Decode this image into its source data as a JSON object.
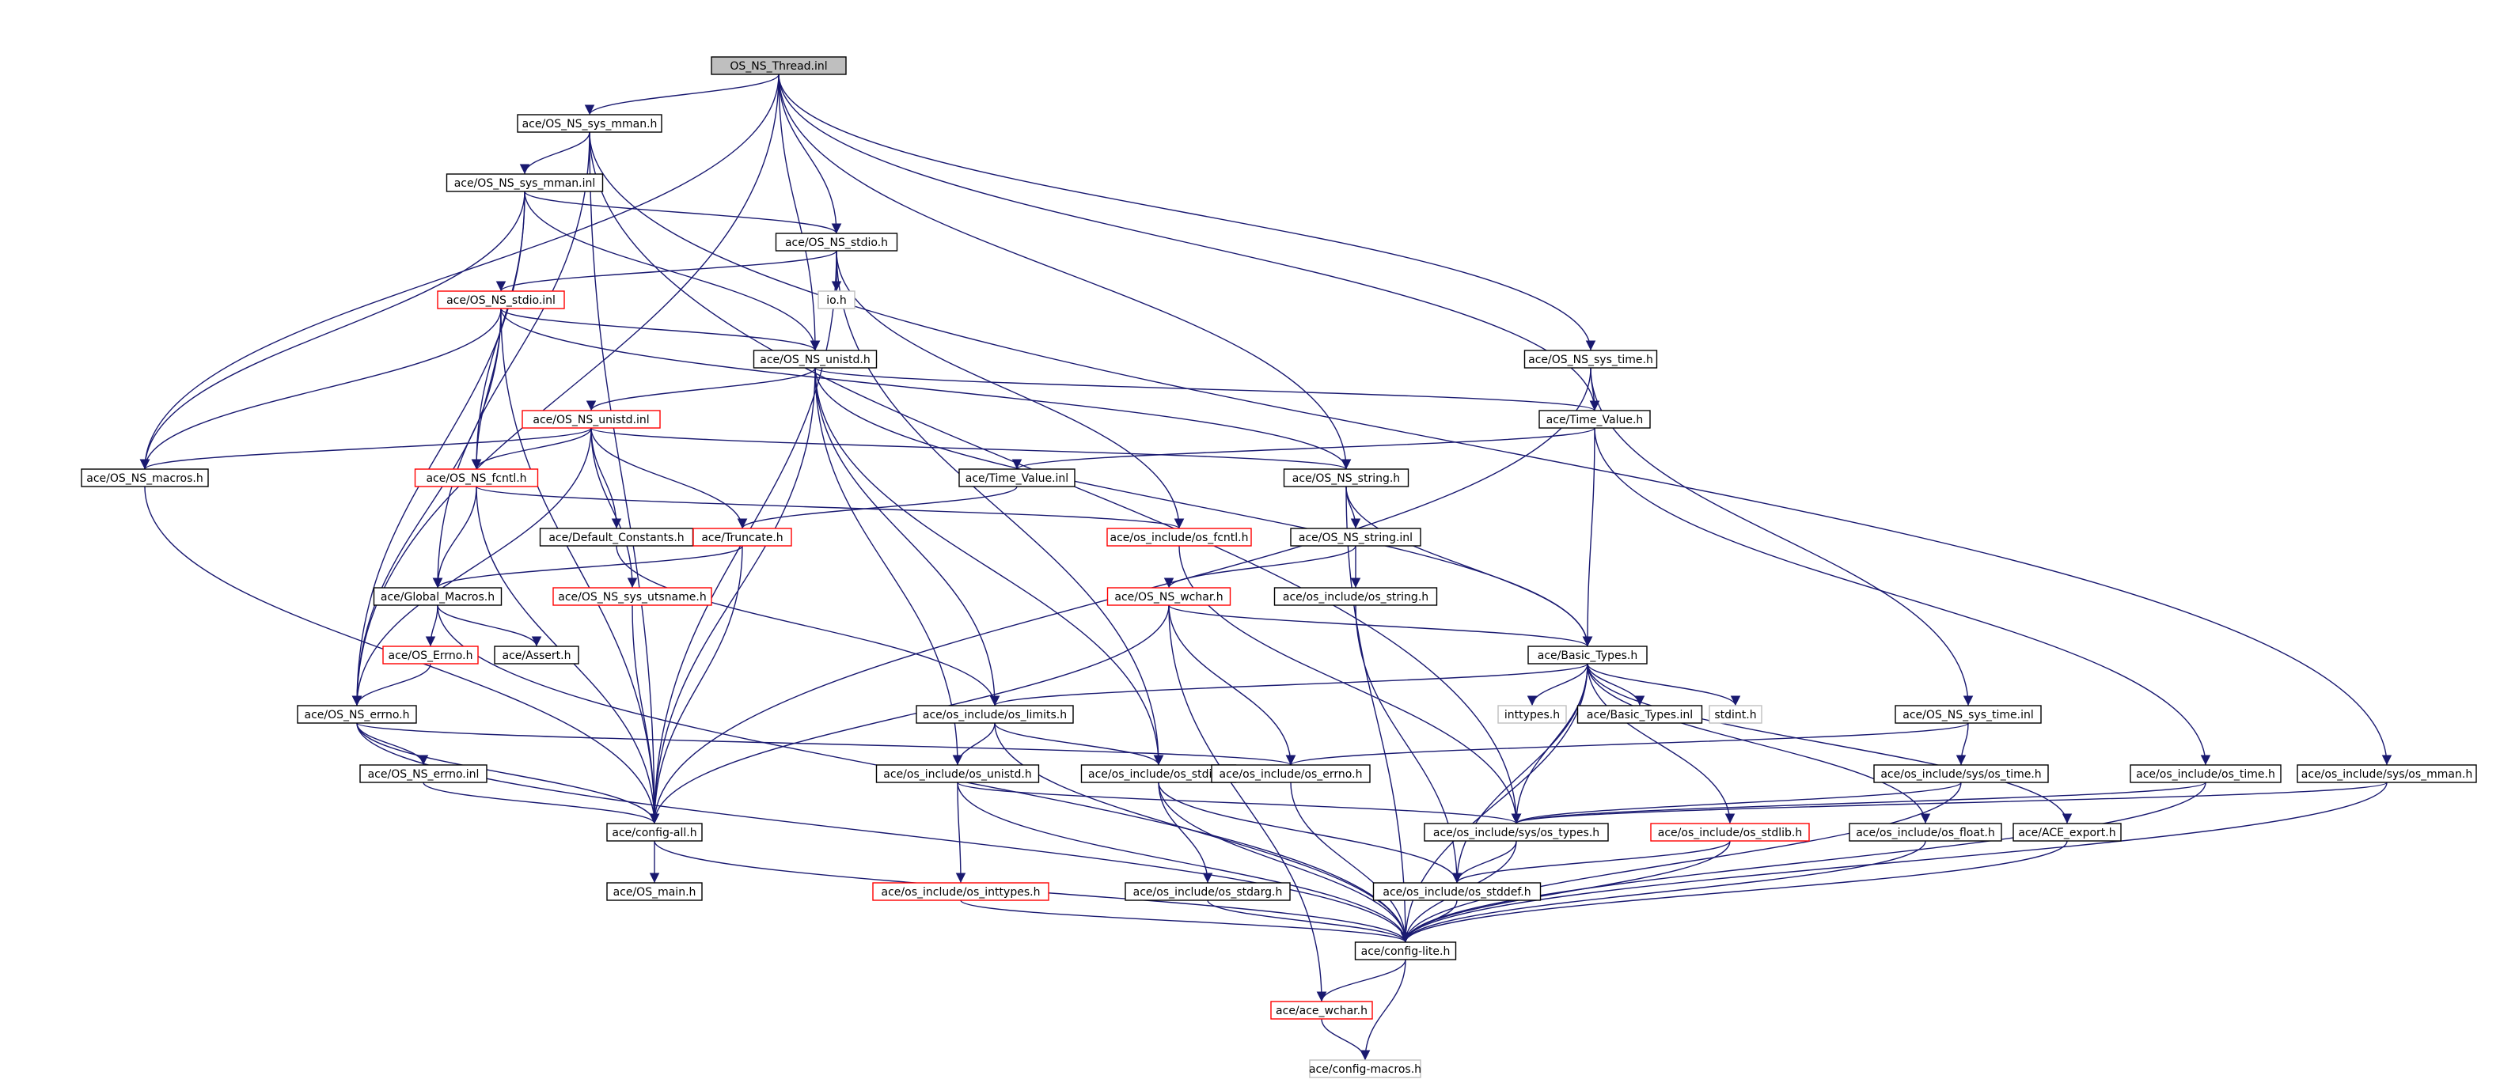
{
  "colors": {
    "edge": "#191970",
    "root_fill": "#bfbfbf",
    "truncated_border": "#ff0000",
    "external_border": "#bfbfbf",
    "normal_border": "#000000"
  },
  "nodes": [
    {
      "id": "root",
      "label": "OS_NS_Thread.inl",
      "kind": "highlight"
    },
    {
      "id": "sys_mman_h",
      "label": "ace/OS_NS_sys_mman.h",
      "kind": "normal"
    },
    {
      "id": "sys_mman_inl",
      "label": "ace/OS_NS_sys_mman.inl",
      "kind": "normal"
    },
    {
      "id": "stdio_h",
      "label": "ace/OS_NS_stdio.h",
      "kind": "normal"
    },
    {
      "id": "io_h",
      "label": "io.h",
      "kind": "external"
    },
    {
      "id": "stdio_inl",
      "label": "ace/OS_NS_stdio.inl",
      "kind": "truncated"
    },
    {
      "id": "unistd_h",
      "label": "ace/OS_NS_unistd.h",
      "kind": "normal"
    },
    {
      "id": "sys_time_h",
      "label": "ace/OS_NS_sys_time.h",
      "kind": "normal"
    },
    {
      "id": "time_value_h",
      "label": "ace/Time_Value.h",
      "kind": "normal"
    },
    {
      "id": "unistd_inl",
      "label": "ace/OS_NS_unistd.inl",
      "kind": "truncated"
    },
    {
      "id": "macros_h",
      "label": "ace/OS_NS_macros.h",
      "kind": "normal"
    },
    {
      "id": "fcntl_h",
      "label": "ace/OS_NS_fcntl.h",
      "kind": "truncated"
    },
    {
      "id": "time_value_inl",
      "label": "ace/Time_Value.inl",
      "kind": "normal"
    },
    {
      "id": "string_h",
      "label": "ace/OS_NS_string.h",
      "kind": "normal"
    },
    {
      "id": "default_constants_h",
      "label": "ace/Default_Constants.h",
      "kind": "normal"
    },
    {
      "id": "truncate_h",
      "label": "ace/Truncate.h",
      "kind": "truncated"
    },
    {
      "id": "os_fcntl_h",
      "label": "ace/os_include/os_fcntl.h",
      "kind": "truncated"
    },
    {
      "id": "string_inl",
      "label": "ace/OS_NS_string.inl",
      "kind": "normal"
    },
    {
      "id": "global_macros_h",
      "label": "ace/Global_Macros.h",
      "kind": "normal"
    },
    {
      "id": "sys_utsname_h",
      "label": "ace/OS_NS_sys_utsname.h",
      "kind": "truncated"
    },
    {
      "id": "wchar_h",
      "label": "ace/OS_NS_wchar.h",
      "kind": "truncated"
    },
    {
      "id": "os_string_h",
      "label": "ace/os_include/os_string.h",
      "kind": "normal"
    },
    {
      "id": "os_errno_cap_h",
      "label": "ace/OS_Errno.h",
      "kind": "truncated"
    },
    {
      "id": "assert_h",
      "label": "ace/Assert.h",
      "kind": "normal"
    },
    {
      "id": "basic_types_h",
      "label": "ace/Basic_Types.h",
      "kind": "normal"
    },
    {
      "id": "ns_errno_h",
      "label": "ace/OS_NS_errno.h",
      "kind": "normal"
    },
    {
      "id": "os_limits_h",
      "label": "ace/os_include/os_limits.h",
      "kind": "normal"
    },
    {
      "id": "inttypes_h",
      "label": "inttypes.h",
      "kind": "external"
    },
    {
      "id": "basic_types_inl",
      "label": "ace/Basic_Types.inl",
      "kind": "normal"
    },
    {
      "id": "stdint_h",
      "label": "stdint.h",
      "kind": "external"
    },
    {
      "id": "sys_time_inl",
      "label": "ace/OS_NS_sys_time.inl",
      "kind": "normal"
    },
    {
      "id": "ns_errno_inl",
      "label": "ace/OS_NS_errno.inl",
      "kind": "normal"
    },
    {
      "id": "os_unistd_h",
      "label": "ace/os_include/os_unistd.h",
      "kind": "normal"
    },
    {
      "id": "os_stdio_h",
      "label": "ace/os_include/os_stdio.h",
      "kind": "normal"
    },
    {
      "id": "os_errno_h",
      "label": "ace/os_include/os_errno.h",
      "kind": "normal"
    },
    {
      "id": "sys_os_time_h",
      "label": "ace/os_include/sys/os_time.h",
      "kind": "normal"
    },
    {
      "id": "os_time_h",
      "label": "ace/os_include/os_time.h",
      "kind": "normal"
    },
    {
      "id": "sys_os_mman_h",
      "label": "ace/os_include/sys/os_mman.h",
      "kind": "normal"
    },
    {
      "id": "config_all_h",
      "label": "ace/config-all.h",
      "kind": "normal"
    },
    {
      "id": "sys_os_types_h",
      "label": "ace/os_include/sys/os_types.h",
      "kind": "normal"
    },
    {
      "id": "os_stdlib_h",
      "label": "ace/os_include/os_stdlib.h",
      "kind": "truncated"
    },
    {
      "id": "os_float_h",
      "label": "ace/os_include/os_float.h",
      "kind": "normal"
    },
    {
      "id": "ace_export_h",
      "label": "ace/ACE_export.h",
      "kind": "normal"
    },
    {
      "id": "os_main_h",
      "label": "ace/OS_main.h",
      "kind": "normal"
    },
    {
      "id": "os_inttypes_h",
      "label": "ace/os_include/os_inttypes.h",
      "kind": "truncated"
    },
    {
      "id": "os_stdarg_h",
      "label": "ace/os_include/os_stdarg.h",
      "kind": "normal"
    },
    {
      "id": "os_stddef_h",
      "label": "ace/os_include/os_stddef.h",
      "kind": "normal"
    },
    {
      "id": "config_lite_h",
      "label": "ace/config-lite.h",
      "kind": "normal"
    },
    {
      "id": "ace_wchar_h",
      "label": "ace/ace_wchar.h",
      "kind": "truncated"
    },
    {
      "id": "config_macros_h",
      "label": "ace/config-macros.h",
      "kind": "external"
    }
  ],
  "edges": [
    [
      "root",
      "sys_mman_h"
    ],
    [
      "root",
      "stdio_h"
    ],
    [
      "root",
      "unistd_h"
    ],
    [
      "root",
      "macros_h"
    ],
    [
      "root",
      "ns_errno_h"
    ],
    [
      "root",
      "sys_time_h"
    ],
    [
      "root",
      "time_value_h"
    ],
    [
      "root",
      "string_h"
    ],
    [
      "sys_mman_h",
      "sys_mman_inl"
    ],
    [
      "sys_mman_h",
      "config_all_h"
    ],
    [
      "sys_mman_h",
      "global_macros_h"
    ],
    [
      "sys_mman_h",
      "sys_os_mman_h"
    ],
    [
      "sys_mman_h",
      "sys_os_types_h"
    ],
    [
      "sys_mman_inl",
      "stdio_h"
    ],
    [
      "sys_mman_inl",
      "unistd_h"
    ],
    [
      "sys_mman_inl",
      "macros_h"
    ],
    [
      "sys_mman_inl",
      "fcntl_h"
    ],
    [
      "sys_mman_inl",
      "ns_errno_h"
    ],
    [
      "stdio_h",
      "io_h"
    ],
    [
      "stdio_h",
      "stdio_inl"
    ],
    [
      "stdio_h",
      "config_all_h"
    ],
    [
      "stdio_h",
      "os_stdio_h"
    ],
    [
      "stdio_h",
      "os_fcntl_h"
    ],
    [
      "stdio_inl",
      "unistd_h"
    ],
    [
      "stdio_inl",
      "macros_h"
    ],
    [
      "stdio_inl",
      "fcntl_h"
    ],
    [
      "stdio_inl",
      "string_h"
    ],
    [
      "stdio_inl",
      "ns_errno_h"
    ],
    [
      "stdio_inl",
      "config_all_h"
    ],
    [
      "unistd_h",
      "unistd_inl"
    ],
    [
      "unistd_h",
      "time_value_h"
    ],
    [
      "unistd_h",
      "basic_types_h"
    ],
    [
      "unistd_h",
      "os_limits_h"
    ],
    [
      "unistd_h",
      "os_unistd_h"
    ],
    [
      "unistd_h",
      "os_stdio_h"
    ],
    [
      "unistd_h",
      "config_all_h"
    ],
    [
      "unistd_inl",
      "macros_h"
    ],
    [
      "unistd_inl",
      "fcntl_h"
    ],
    [
      "unistd_inl",
      "string_h"
    ],
    [
      "unistd_inl",
      "default_constants_h"
    ],
    [
      "unistd_inl",
      "truncate_h"
    ],
    [
      "unistd_inl",
      "sys_utsname_h"
    ],
    [
      "unistd_inl",
      "ns_errno_h"
    ],
    [
      "sys_time_h",
      "time_value_h"
    ],
    [
      "sys_time_h",
      "sys_time_inl"
    ],
    [
      "sys_time_h",
      "config_all_h"
    ],
    [
      "time_value_h",
      "time_value_inl"
    ],
    [
      "time_value_h",
      "basic_types_h"
    ],
    [
      "time_value_h",
      "os_time_h"
    ],
    [
      "time_value_inl",
      "truncate_h"
    ],
    [
      "macros_h",
      "config_all_h"
    ],
    [
      "fcntl_h",
      "os_fcntl_h"
    ],
    [
      "fcntl_h",
      "global_macros_h"
    ],
    [
      "fcntl_h",
      "config_all_h"
    ],
    [
      "string_h",
      "string_inl"
    ],
    [
      "string_h",
      "basic_types_h"
    ],
    [
      "string_h",
      "config_lite_h"
    ],
    [
      "string_inl",
      "wchar_h"
    ],
    [
      "string_inl",
      "os_string_h"
    ],
    [
      "default_constants_h",
      "os_limits_h"
    ],
    [
      "truncate_h",
      "global_macros_h"
    ],
    [
      "truncate_h",
      "config_all_h"
    ],
    [
      "os_fcntl_h",
      "sys_os_types_h"
    ],
    [
      "global_macros_h",
      "os_errno_cap_h"
    ],
    [
      "global_macros_h",
      "assert_h"
    ],
    [
      "global_macros_h",
      "config_lite_h"
    ],
    [
      "sys_utsname_h",
      "config_all_h"
    ],
    [
      "wchar_h",
      "basic_types_h"
    ],
    [
      "wchar_h",
      "os_errno_h"
    ],
    [
      "wchar_h",
      "config_all_h"
    ],
    [
      "wchar_h",
      "ace_wchar_h"
    ],
    [
      "os_string_h",
      "os_stddef_h"
    ],
    [
      "os_errno_cap_h",
      "ns_errno_h"
    ],
    [
      "basic_types_h",
      "os_limits_h"
    ],
    [
      "basic_types_h",
      "inttypes_h"
    ],
    [
      "basic_types_h",
      "basic_types_inl"
    ],
    [
      "basic_types_h",
      "stdint_h"
    ],
    [
      "basic_types_h",
      "sys_os_types_h"
    ],
    [
      "basic_types_h",
      "os_stdlib_h"
    ],
    [
      "basic_types_h",
      "os_float_h"
    ],
    [
      "basic_types_h",
      "ace_export_h"
    ],
    [
      "basic_types_h",
      "os_stddef_h"
    ],
    [
      "basic_types_h",
      "config_lite_h"
    ],
    [
      "ns_errno_h",
      "ns_errno_inl"
    ],
    [
      "ns_errno_h",
      "os_errno_h"
    ],
    [
      "ns_errno_h",
      "config_all_h"
    ],
    [
      "ns_errno_h",
      "config_lite_h"
    ],
    [
      "os_limits_h",
      "os_unistd_h"
    ],
    [
      "os_limits_h",
      "os_stdio_h"
    ],
    [
      "os_limits_h",
      "config_lite_h"
    ],
    [
      "sys_time_inl",
      "sys_os_time_h"
    ],
    [
      "sys_time_inl",
      "os_errno_h"
    ],
    [
      "ns_errno_inl",
      "config_all_h"
    ],
    [
      "os_unistd_h",
      "os_inttypes_h"
    ],
    [
      "os_unistd_h",
      "sys_os_types_h"
    ],
    [
      "os_unistd_h",
      "config_lite_h"
    ],
    [
      "os_stdio_h",
      "os_stdarg_h"
    ],
    [
      "os_stdio_h",
      "os_stddef_h"
    ],
    [
      "os_stdio_h",
      "config_lite_h"
    ],
    [
      "os_errno_h",
      "config_lite_h"
    ],
    [
      "sys_os_time_h",
      "sys_os_types_h"
    ],
    [
      "sys_os_time_h",
      "config_lite_h"
    ],
    [
      "os_time_h",
      "sys_os_types_h"
    ],
    [
      "os_time_h",
      "config_lite_h"
    ],
    [
      "sys_os_mman_h",
      "sys_os_types_h"
    ],
    [
      "sys_os_mman_h",
      "config_lite_h"
    ],
    [
      "config_all_h",
      "os_main_h"
    ],
    [
      "config_all_h",
      "config_lite_h"
    ],
    [
      "sys_os_types_h",
      "os_stddef_h"
    ],
    [
      "sys_os_types_h",
      "config_lite_h"
    ],
    [
      "os_stdlib_h",
      "os_stddef_h"
    ],
    [
      "os_stdlib_h",
      "config_lite_h"
    ],
    [
      "os_float_h",
      "config_lite_h"
    ],
    [
      "ace_export_h",
      "config_lite_h"
    ],
    [
      "os_inttypes_h",
      "config_lite_h"
    ],
    [
      "os_stdarg_h",
      "config_lite_h"
    ],
    [
      "os_stddef_h",
      "config_lite_h"
    ],
    [
      "config_lite_h",
      "ace_wchar_h"
    ],
    [
      "config_lite_h",
      "config_macros_h"
    ],
    [
      "ace_wchar_h",
      "config_macros_h"
    ]
  ]
}
